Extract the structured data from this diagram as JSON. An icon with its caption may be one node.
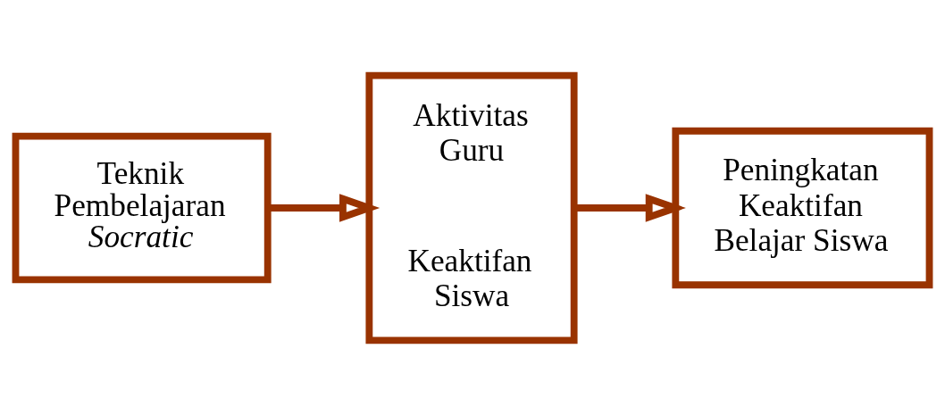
{
  "diagram": {
    "nodes": [
      {
        "text": [
          "Teknik Pembelajaran *Socratic*"
        ]
      },
      {
        "text": [
          "Aktivitas Guru",
          "Keaktifan Siswa"
        ]
      },
      {
        "text": [
          "Peningkatan Keaktifan Belajar Siswa"
        ]
      }
    ],
    "edges": [
      {
        "from": 0,
        "to": 1,
        "arrow": "to"
      },
      {
        "from": 1,
        "to": 2,
        "arrow": "to"
      }
    ]
  }
}
